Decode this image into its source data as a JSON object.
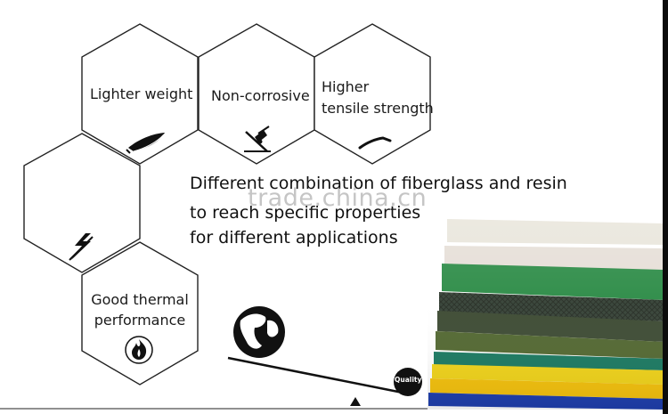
{
  "hexagons": {
    "lighter_weight": "Lighter weight",
    "non_corrosive": "Non-corrosive",
    "higher_tensile_line1": "Higher",
    "higher_tensile_line2": "tensile strength",
    "thermal_line1": "Good thermal",
    "thermal_line2": "performance"
  },
  "description": {
    "line1": "Different combination of fiberglass and resin",
    "line2": "to reach specific properties",
    "line3": "for different applications"
  },
  "badge": {
    "quality": "Quality"
  },
  "watermark": "trade.china.cn",
  "icons": [
    "feather-icon",
    "anti-corrosion-icon",
    "bent-rod-icon",
    "electric-insulation-icon",
    "flame-icon",
    "globe-icon"
  ],
  "colors": {
    "hex_stroke": "#222222",
    "tube_colors": [
      "#e9e6dc",
      "#e6dfd8",
      "#2f8d49",
      "#3c4a3b",
      "#4b5d35",
      "#1d7b63",
      "#f1d41b",
      "#f5c20d",
      "#1f3fae"
    ]
  }
}
